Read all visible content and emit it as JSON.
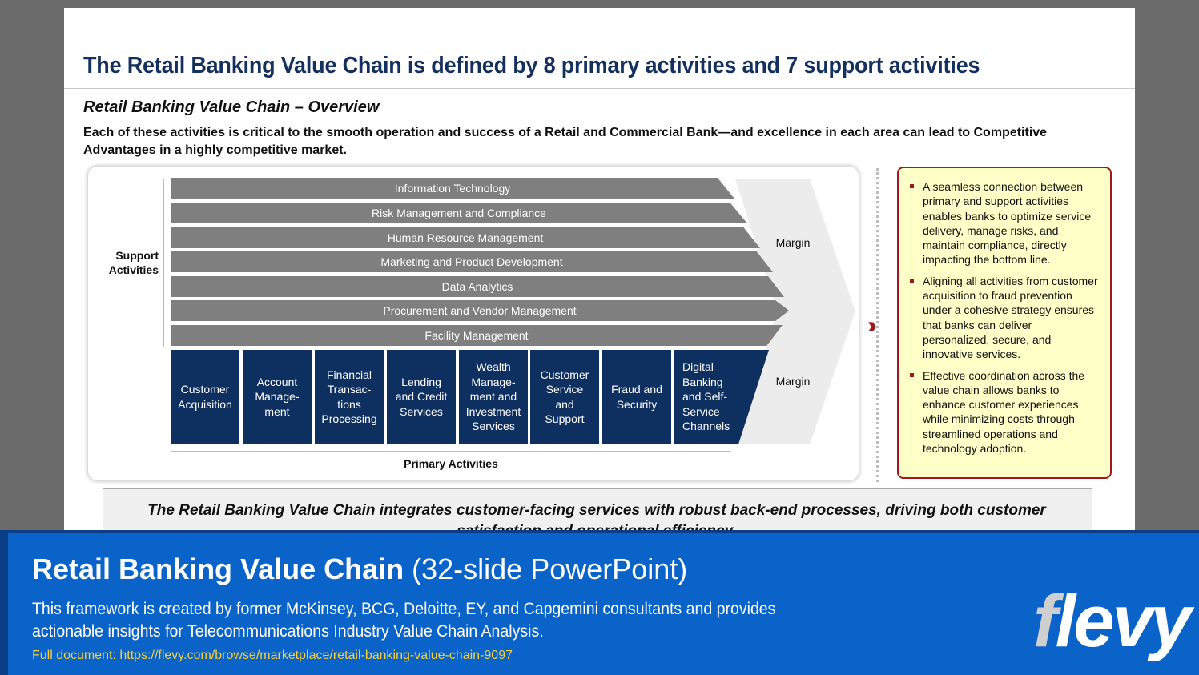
{
  "slide": {
    "title": "The Retail Banking Value Chain is defined by 8 primary activities and 7 support activities",
    "subtitle": "Retail Banking Value Chain – Overview",
    "description": "Each of these activities is critical to the smooth operation and success of a Retail and Commercial Bank—and excellence in each area can lead to Competitive Advantages in a highly competitive market.",
    "support_label": "Support Activities",
    "support_activities": [
      "Information Technology",
      "Risk Management and Compliance",
      "Human Resource Management",
      "Marketing and Product Development",
      "Data Analytics",
      "Procurement and Vendor Management",
      "Facility Management"
    ],
    "margin_label": "Margin",
    "primary_label": "Primary Activities",
    "primary_activities": [
      [
        "Customer",
        "Acquisition"
      ],
      [
        "Account",
        "Manage-",
        "ment"
      ],
      [
        "Financial",
        "Transac-",
        "tions",
        "Processing"
      ],
      [
        "Lending",
        "and Credit",
        "Services"
      ],
      [
        "Wealth",
        "Manage-",
        "ment and",
        "Investment",
        "Services"
      ],
      [
        "Customer",
        "Service",
        "and",
        "Support"
      ],
      [
        "Fraud and",
        "Security"
      ],
      [
        "Digital",
        "Banking",
        "and Self-",
        "Service",
        "Channels"
      ]
    ],
    "arrow_icon": "double-chevron-right-icon",
    "notes": [
      "A seamless connection between primary and support activities enables banks to optimize service delivery, manage risks, and maintain compliance, directly impacting the bottom line.",
      "Aligning all activities from customer acquisition to fraud prevention under a cohesive strategy ensures that banks can deliver personalized, secure, and innovative services.",
      "Effective coordination across the value chain allows banks to enhance customer experiences while minimizing costs through streamlined operations and technology adoption."
    ],
    "summary": "The Retail Banking Value Chain integrates customer-facing services with robust back-end processes, driving both customer satisfaction and operational efficiency."
  },
  "banner": {
    "title_bold": "Retail Banking Value Chain",
    "title_paren": "(32-slide PowerPoint)",
    "description": "This framework is created by former McKinsey, BCG, Deloitte, EY, and Capgemini consultants and provides actionable insights for Telecommunications Industry Value Chain Analysis.",
    "url": "Full document: https://flevy.com/browse/marketplace/retail-banking-value-chain-9097",
    "logo_f": "f",
    "logo_rest": "levy"
  },
  "colors": {
    "navy": "#0e3060",
    "gray_bar": "#7f7f7f",
    "accent_red": "#a0171f",
    "note_bg": "#ffffc8",
    "banner_blue": "#0a63c9",
    "url_yellow": "#f4d03f"
  }
}
